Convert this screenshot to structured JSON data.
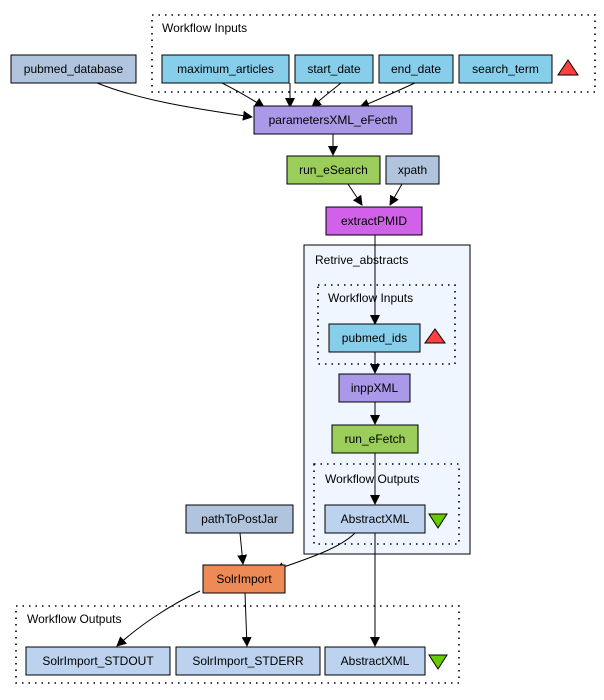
{
  "diagram": {
    "clusters": {
      "workflow_inputs_top": "Workflow Inputs",
      "retrive_abstracts": "Retrive_abstracts",
      "workflow_inputs_inner": "Workflow Inputs",
      "workflow_outputs_inner": "Workflow Outputs",
      "workflow_outputs_bottom": "Workflow Outputs"
    },
    "nodes": {
      "pubmed_database": "pubmed_database",
      "maximum_articles": "maximum_articles",
      "start_date": "start_date",
      "end_date": "end_date",
      "search_term": "search_term",
      "parametersXML_eFecth": "parametersXML_eFecth",
      "run_eSearch": "run_eSearch",
      "xpath": "xpath",
      "extractPMID": "extractPMID",
      "pubmed_ids": "pubmed_ids",
      "inppXML": "inppXML",
      "run_eFetch": "run_eFetch",
      "AbstractXML_inner": "AbstractXML",
      "pathToPostJar": "pathToPostJar",
      "SolrImport": "SolrImport",
      "SolrImport_STDOUT": "SolrImport_STDOUT",
      "SolrImport_STDERR": "SolrImport_STDERR",
      "AbstractXML_out": "AbstractXML"
    },
    "colors": {
      "input_port": "#87ceeb",
      "constant": "#b0c4de",
      "beanshell": "#aa98e8",
      "rest_service": "#9acd5a",
      "xpath_service": "#d161e8",
      "output_port": "#bcd2ee",
      "tool": "#ee8a55",
      "subworkflow_bg": "#eff6ff",
      "input_marker": "#ff4040",
      "output_marker": "#66cc00"
    }
  }
}
